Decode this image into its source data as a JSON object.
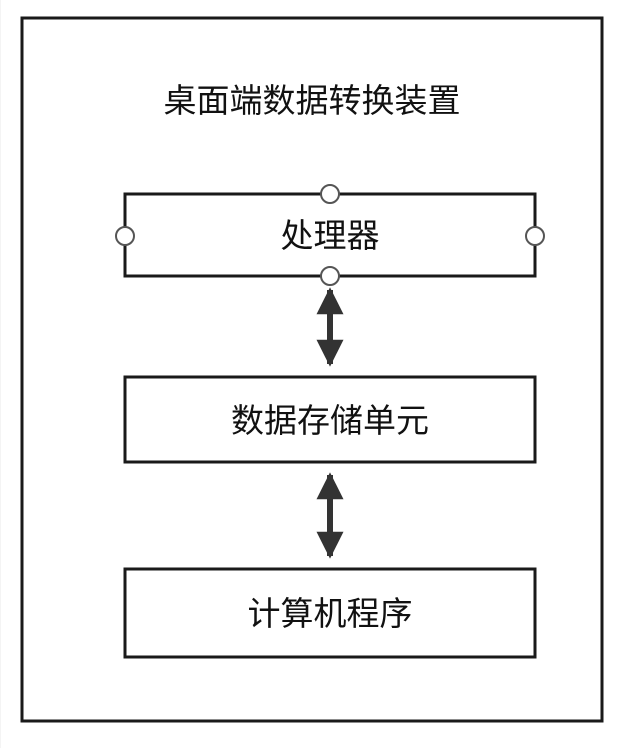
{
  "diagram": {
    "title": "桌面端数据转换装置",
    "nodes": {
      "processor": "处理器",
      "storage": "数据存储单元",
      "program": "计算机程序"
    }
  }
}
